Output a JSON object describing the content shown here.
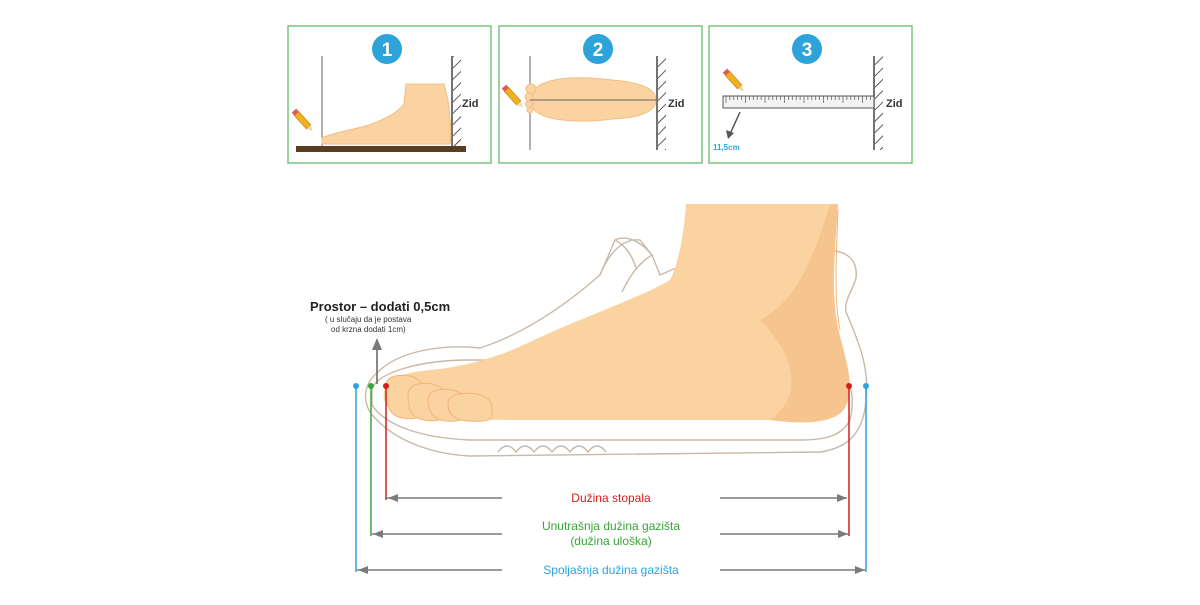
{
  "steps": [
    {
      "number": "1",
      "wall_label": "Zid"
    },
    {
      "number": "2",
      "wall_label": "Zid"
    },
    {
      "number": "3",
      "wall_label": "Zid",
      "measurement": "11,5cm"
    }
  ],
  "diagram": {
    "space_title": "Prostor – dodati 0,5cm",
    "space_note_line1": "( u slučaju da je postava",
    "space_note_line2": "od krzna dodati 1cm)",
    "foot_length": "Dužina stopala",
    "inner_length_line1": "Unutrašnja dužina gazišta",
    "inner_length_line2": "(dužina uloška)",
    "outer_length": "Spoljašnja dužina gazišta"
  },
  "colors": {
    "panel_border": "#7cc47a",
    "step_badge": "#2ea3da",
    "foot_fill": "#fbd3a0",
    "foot_shade": "#f3bd86",
    "shoe_outline": "#c9b8a8",
    "foot_length": "#d0211b",
    "inner_length": "#3aa53a",
    "outer_length": "#2ea3da",
    "arrow_gray": "#7a7a7a",
    "wood": "#5a3e22"
  }
}
